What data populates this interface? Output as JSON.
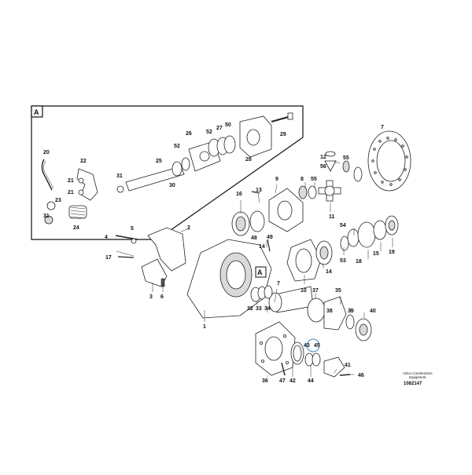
{
  "inset": {
    "label": "A"
  },
  "housing_marker": {
    "label": "A"
  },
  "callouts": {
    "c1": "1",
    "c2": "2",
    "c3": "3",
    "c4": "4",
    "c5": "5",
    "c6": "6",
    "c7a": "7",
    "c7b": "7",
    "c8": "8",
    "c9": "9",
    "c10": "10",
    "c11": "11",
    "c12": "12",
    "c13": "13",
    "c14a": "14",
    "c14b": "14",
    "c15": "15",
    "c16": "16",
    "c17": "17",
    "c18": "18",
    "c19": "19",
    "c20": "20",
    "c21a": "21",
    "c21b": "21",
    "c22": "22",
    "c23": "23",
    "c24": "24",
    "c25": "25",
    "c26": "26",
    "c27": "27",
    "c28": "28",
    "c29": "29",
    "c30": "30",
    "c31a": "31",
    "c31b": "31",
    "c32": "32",
    "c33": "33",
    "c34": "34",
    "c35": "35",
    "c36": "36",
    "c37": "37",
    "c38": "38",
    "c39": "39",
    "c40": "40",
    "c41": "41",
    "c42": "42",
    "c43": "43",
    "c44": "44",
    "c45": "45",
    "c46": "46",
    "c47": "47",
    "c48": "48",
    "c49": "49",
    "c50": "50",
    "c52a": "52",
    "c52b": "52",
    "c53": "53",
    "c54": "54",
    "c55a": "55",
    "c55b": "55",
    "c56": "56"
  },
  "corner": {
    "line1": "Volvo Construction",
    "line2": "Equipment",
    "drawing_id": "1082147"
  },
  "colors": {
    "line": "#222222",
    "highlight": "#3a84c9",
    "background": "#ffffff"
  }
}
